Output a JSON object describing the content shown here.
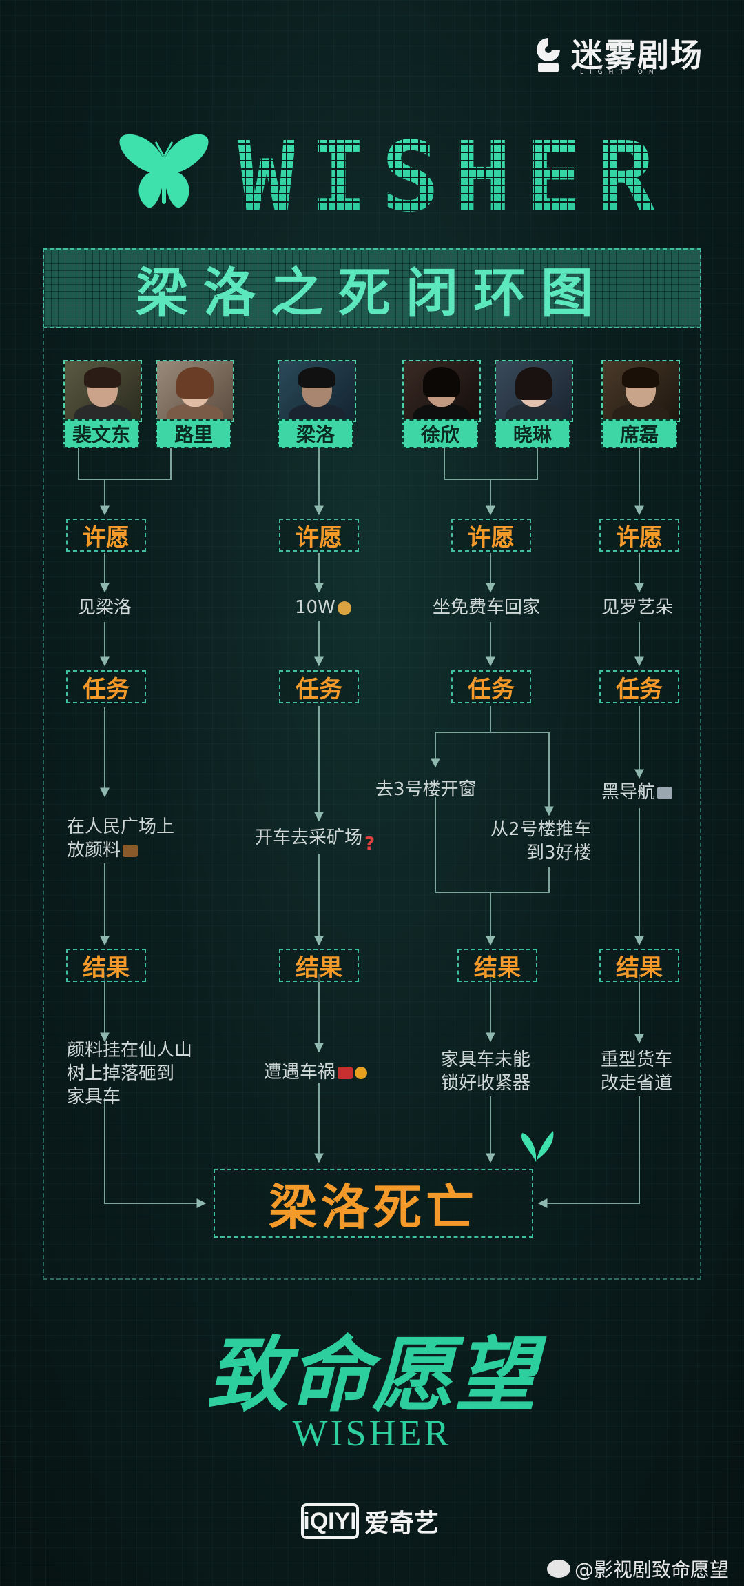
{
  "brand": {
    "name": "迷雾剧场",
    "sub": "LIGHT ON"
  },
  "title": "WISHER",
  "banner": "梁洛之死闭环图",
  "characters": {
    "pei": "裴文东",
    "lu": "路里",
    "liang": "梁洛",
    "xu": "徐欣",
    "xiao": "晓琳",
    "xi": "席磊"
  },
  "labels": {
    "wish": "许愿",
    "task": "任务",
    "result": "结果"
  },
  "wishes": {
    "col1": "见梁洛",
    "col2": "10W",
    "col3": "坐免费车回家",
    "col4": "见罗艺朵"
  },
  "tasks": {
    "col1_line1": "在人民广场上",
    "col1_line2": "放颜料",
    "col2": "开车去采矿场",
    "col3_a": "去3号楼开窗",
    "col3_b_line1": "从2号楼推车",
    "col3_b_line2": "到3好楼",
    "col4": "黑导航"
  },
  "results": {
    "col1_line1": "颜料挂在仙人山",
    "col1_line2": "树上掉落砸到",
    "col1_line3": "家具车",
    "col2": "遭遇车祸",
    "col3_line1": "家具车未能",
    "col3_line2": "锁好收紧器",
    "col4_line1": "重型货车",
    "col4_line2": "改走省道"
  },
  "final": "梁洛死亡",
  "show": {
    "cn": "致命愿望",
    "en": "WISHER"
  },
  "platform": {
    "logo": "iQIYI",
    "name": "爱奇艺"
  },
  "watermark": "@影视剧致命愿望",
  "colors": {
    "accent": "#3fd6a5",
    "orange": "#f39a2a",
    "bg": "#0b1e1e"
  }
}
